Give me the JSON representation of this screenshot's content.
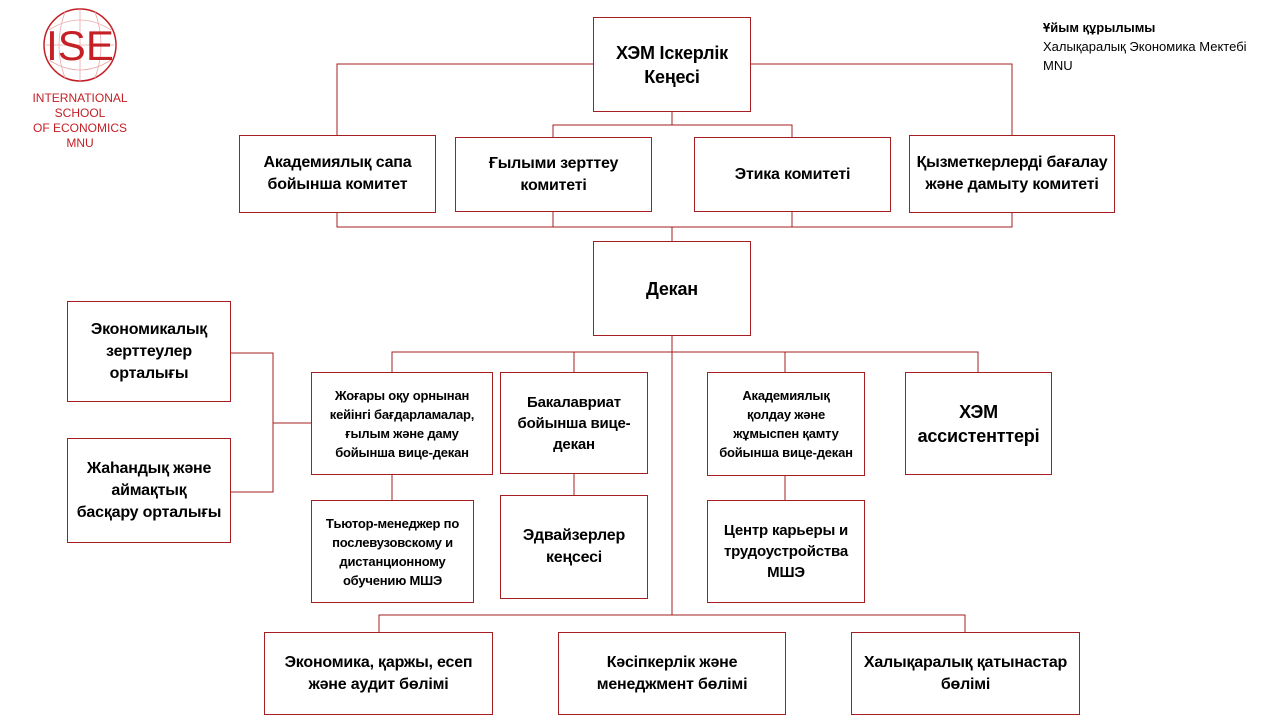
{
  "logo": {
    "mark": "ISE",
    "caption": "INTERNATIONAL SCHOOL\nOF ECONOMICS MNU"
  },
  "header": {
    "title": "Ұйым құрылымы",
    "subtitle": "Халықаралық Экономика Мектебі\nMNU"
  },
  "colors": {
    "border": "#a51f22",
    "connector": "#a51f22",
    "logo": "#c42026"
  },
  "nodes": {
    "board": "ХЭМ Іскерлік\nКеңесі",
    "committee_academic_quality": "Академиялық сапа\nбойынша комитет",
    "committee_research": "Ғылыми зерттеу\nкомитеті",
    "committee_ethics": "Этика комитеті",
    "committee_staff_evaluation": "Қызметкерлерді бағалау\nжәне дамыту комитеті",
    "dean": "Декан",
    "center_economic_research": "Экономикалық\nзерттеулер\nорталығы",
    "center_global_governance": "Жаһандық және\nаймақтық\nбасқару орталығы",
    "vice_dean_postgrad": "Жоғары оқу орнынан\nкейінгі бағдарламалар,\nғылым және даму\nбойынша вице-декан",
    "vice_dean_bachelor": "Бакалавриат\nбойынша вице-\nдекан",
    "vice_dean_academic_support": "Академиялық\nқолдау және\nжұмыспен қамту\nбойынша вице-декан",
    "assistants": "ХЭМ\nассистенттері",
    "tutor_manager": "Тьютор-менеджер по\nпослевузовскому и\nдистанционному\nобучению МШЭ",
    "advisors_office": "Эдвайзерлер\nкеңсесі",
    "career_center": "Центр карьеры и\nтрудоустройства\nМШЭ",
    "dept_economics_finance": "Экономика, қаржы, есеп\nжәне аудит бөлімі",
    "dept_entrepreneurship": "Кәсіпкерлік және\nменеджмент бөлімі",
    "dept_international_relations": "Халықаралық қатынастар\nбөлімі"
  }
}
